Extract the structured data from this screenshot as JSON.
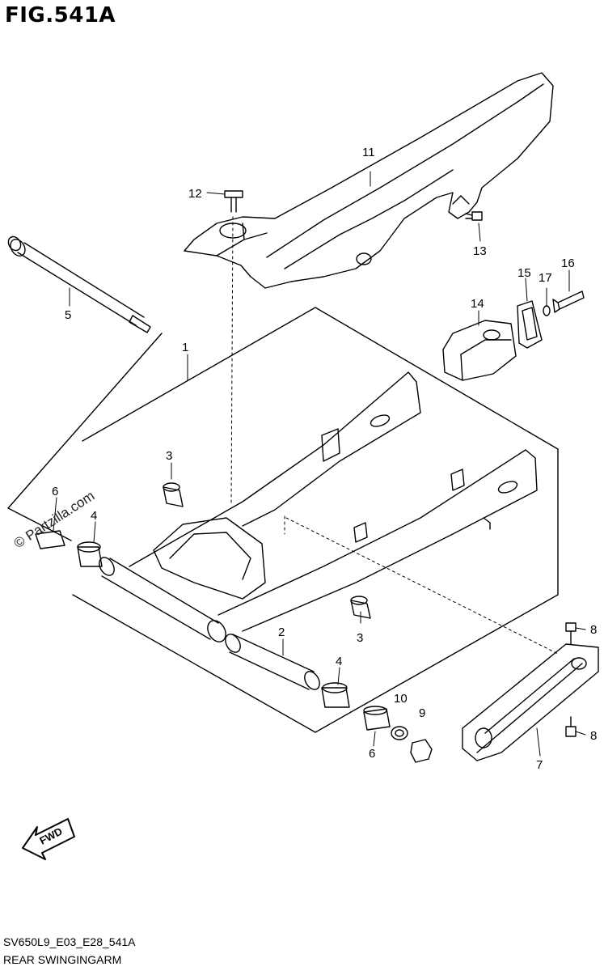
{
  "header": {
    "figure_title": "FIG.541A"
  },
  "footer": {
    "model_code": "SV650L9_E03_E28_541A",
    "section_name": "REAR SWINGINGARM"
  },
  "watermark": {
    "text": "© Partzilla.com"
  },
  "fwd_arrow": {
    "label": "FWD"
  },
  "callouts": [
    {
      "id": "c1",
      "label": "1"
    },
    {
      "id": "c2",
      "label": "2"
    },
    {
      "id": "c3a",
      "label": "3"
    },
    {
      "id": "c3b",
      "label": "3"
    },
    {
      "id": "c4a",
      "label": "4"
    },
    {
      "id": "c4b",
      "label": "4"
    },
    {
      "id": "c5",
      "label": "5"
    },
    {
      "id": "c6a",
      "label": "6"
    },
    {
      "id": "c6b",
      "label": "6"
    },
    {
      "id": "c7",
      "label": "7"
    },
    {
      "id": "c8a",
      "label": "8"
    },
    {
      "id": "c8b",
      "label": "8"
    },
    {
      "id": "c9",
      "label": "9"
    },
    {
      "id": "c10",
      "label": "10"
    },
    {
      "id": "c11",
      "label": "11"
    },
    {
      "id": "c12",
      "label": "12"
    },
    {
      "id": "c13",
      "label": "13"
    },
    {
      "id": "c14",
      "label": "14"
    },
    {
      "id": "c15",
      "label": "15"
    },
    {
      "id": "c16",
      "label": "16"
    },
    {
      "id": "c17",
      "label": "17"
    }
  ]
}
